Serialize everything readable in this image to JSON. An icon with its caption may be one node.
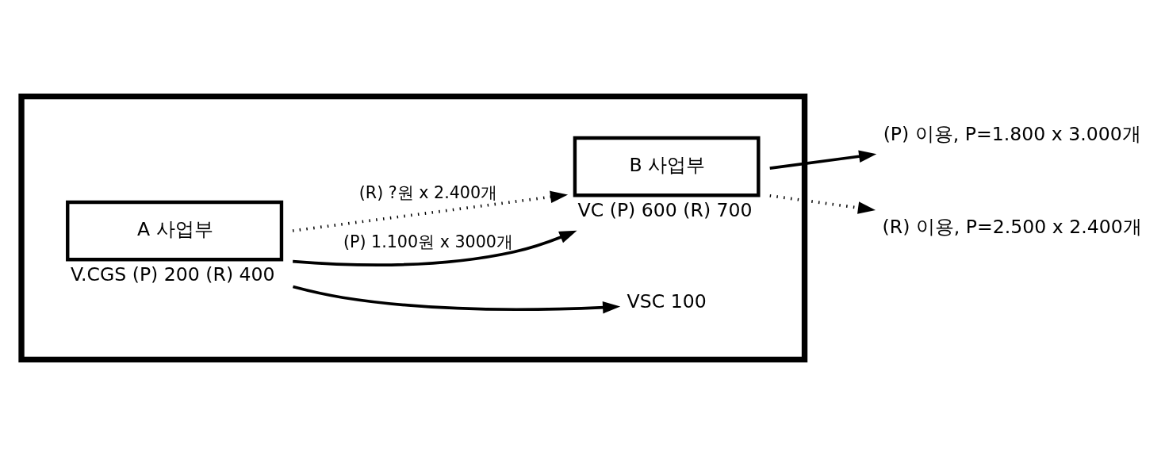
{
  "diagram": {
    "nodes": [
      {
        "text": [],
        "shape": "box"
      },
      {
        "text": [
          "A 사업부"
        ],
        "in": 0,
        "beside": [
          "V.CGS (P) 200 (R) 400"
        ]
      },
      {
        "text": [
          "VSC 100"
        ],
        "in": 0
      },
      {
        "text": [
          "B 사업부"
        ],
        "in": 0,
        "beside": [
          "VC (P) 600 (R) 700"
        ]
      },
      {
        "text": [
          "(P) 이용, P=1.800 x 3.000개"
        ]
      },
      {
        "text": [
          "(R) 이용, P=2.500 x 2.400개"
        ]
      }
    ],
    "edges": [
      {
        "from": 1,
        "to": 2,
        "arrow": "to"
      },
      {
        "from": 1,
        "to": 3,
        "arrow": "to",
        "label": "(P) 1.100원 x 3000개"
      },
      {
        "from": 1,
        "to": 3,
        "arrow": "to",
        "label": "(R) ?원 x 2.400개",
        "style": "dashed"
      },
      {
        "from": 3,
        "to": 4,
        "arrow": "to"
      },
      {
        "from": 3,
        "to": 5,
        "arrow": "to",
        "style": "dashed"
      }
    ]
  }
}
